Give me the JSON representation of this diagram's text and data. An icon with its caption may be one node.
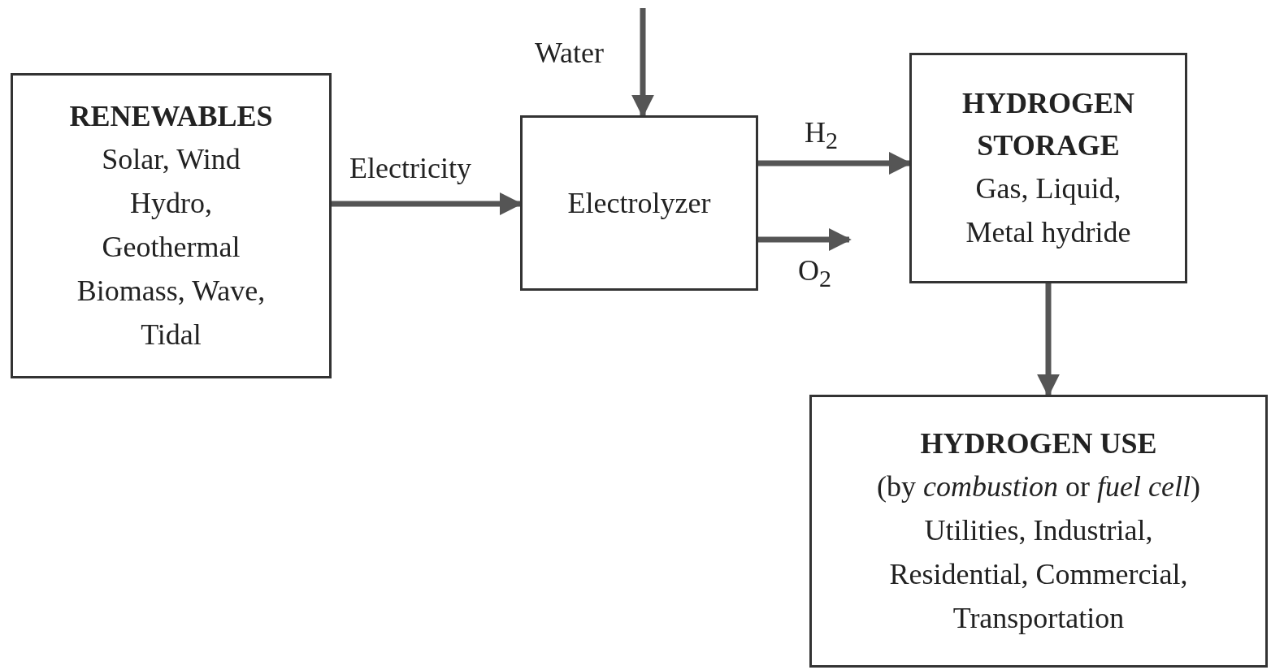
{
  "diagram": {
    "nodes": [
      {
        "text": [
          "RENEWABLES",
          "Solar, Wind",
          "Hydro, Geothermal",
          "Biomass, Wave, Tidal"
        ]
      },
      {
        "text": [
          "Electrolyzer"
        ]
      },
      {
        "text": [
          "HYDROGEN STORAGE",
          "Gas, Liquid, Metal hydride"
        ]
      },
      {
        "text": [
          "HYDROGEN USE",
          "(by *combustion* or *fuel cell*)",
          "Utilities, Industrial, Residential, Commercial, Transportation"
        ]
      }
    ],
    "edges": [
      {
        "from": 0,
        "to": 1,
        "arrow": "to",
        "label": "Electricity"
      },
      {
        "from": null,
        "to": 1,
        "arrow": "to",
        "label": "Water"
      },
      {
        "from": 1,
        "to": 2,
        "arrow": "to",
        "label": "H$_{2}$"
      },
      {
        "from": 1,
        "to": null,
        "arrow": "to",
        "label": "O$_{2}$"
      },
      {
        "from": 2,
        "to": 3,
        "arrow": "to"
      }
    ]
  }
}
